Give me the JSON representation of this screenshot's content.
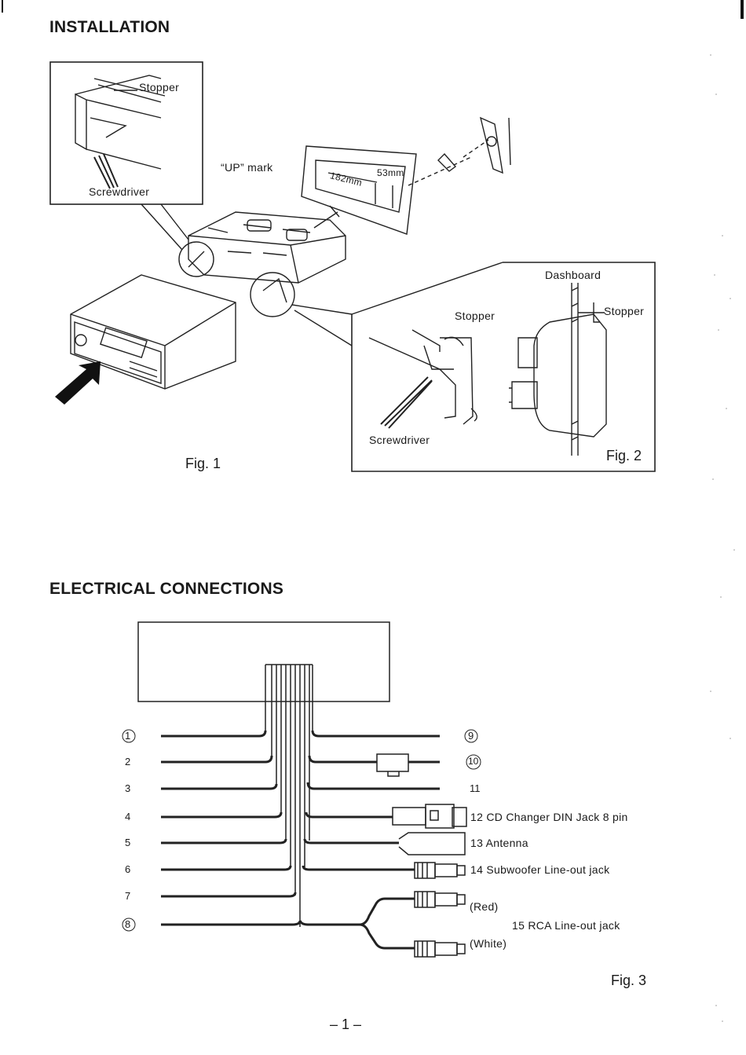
{
  "installation": {
    "heading": "INSTALLATION",
    "labels": {
      "stopper_inset": "Stopper",
      "screwdriver_inset": "Screwdriver",
      "up_mark": "“UP” mark",
      "dim_width": "182mm",
      "dim_height": "53mm",
      "dashboard": "Dashboard",
      "stopper_detail1": "Stopper",
      "stopper_detail2": "Stopper",
      "screwdriver_detail": "Screwdriver"
    },
    "fig1": "Fig. 1",
    "fig2": "Fig. 2"
  },
  "electrical": {
    "heading": "ELECTRICAL CONNECTIONS",
    "left_wires": [
      "1",
      "2",
      "3",
      "4",
      "5",
      "6",
      "7",
      "8"
    ],
    "right_wires": [
      "9",
      "10",
      "11"
    ],
    "connectors": {
      "cd_changer": "12 CD Changer DIN Jack 8 pin",
      "antenna": "13 Antenna",
      "subwoofer": "14 Subwoofer Line-out jack",
      "red": "(Red)",
      "rca": "15 RCA Line-out jack",
      "white": "(White)"
    },
    "fig3": "Fig. 3"
  },
  "page_number": "– 1 –"
}
